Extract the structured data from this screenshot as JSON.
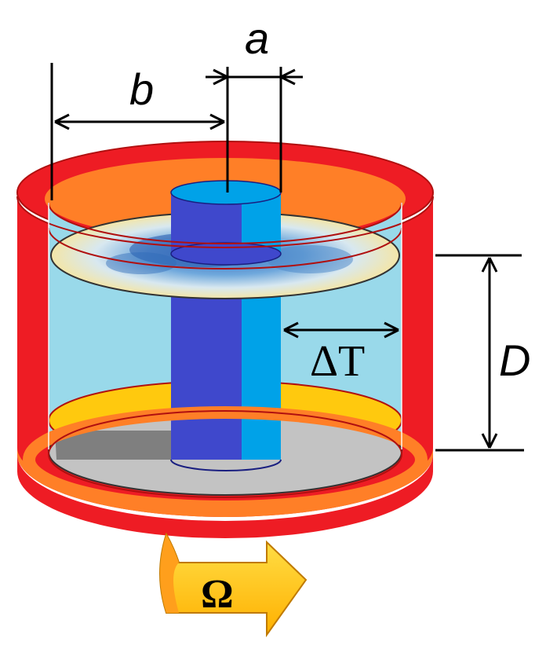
{
  "labels": {
    "a": "a",
    "b": "b",
    "delta_t": "ΔT",
    "d": "D",
    "omega": "Ω"
  },
  "colors": {
    "outer_wall": "#ee1c24",
    "outer_rim": "#ff7f27",
    "fluid": "#99d9ea",
    "inner_cyl_dark": "#3f48cc",
    "inner_cyl_light": "#00a2e8",
    "base": "#c3c3c3",
    "bottom_ring": "#ffc90e",
    "arrow": "#ffc90e"
  }
}
